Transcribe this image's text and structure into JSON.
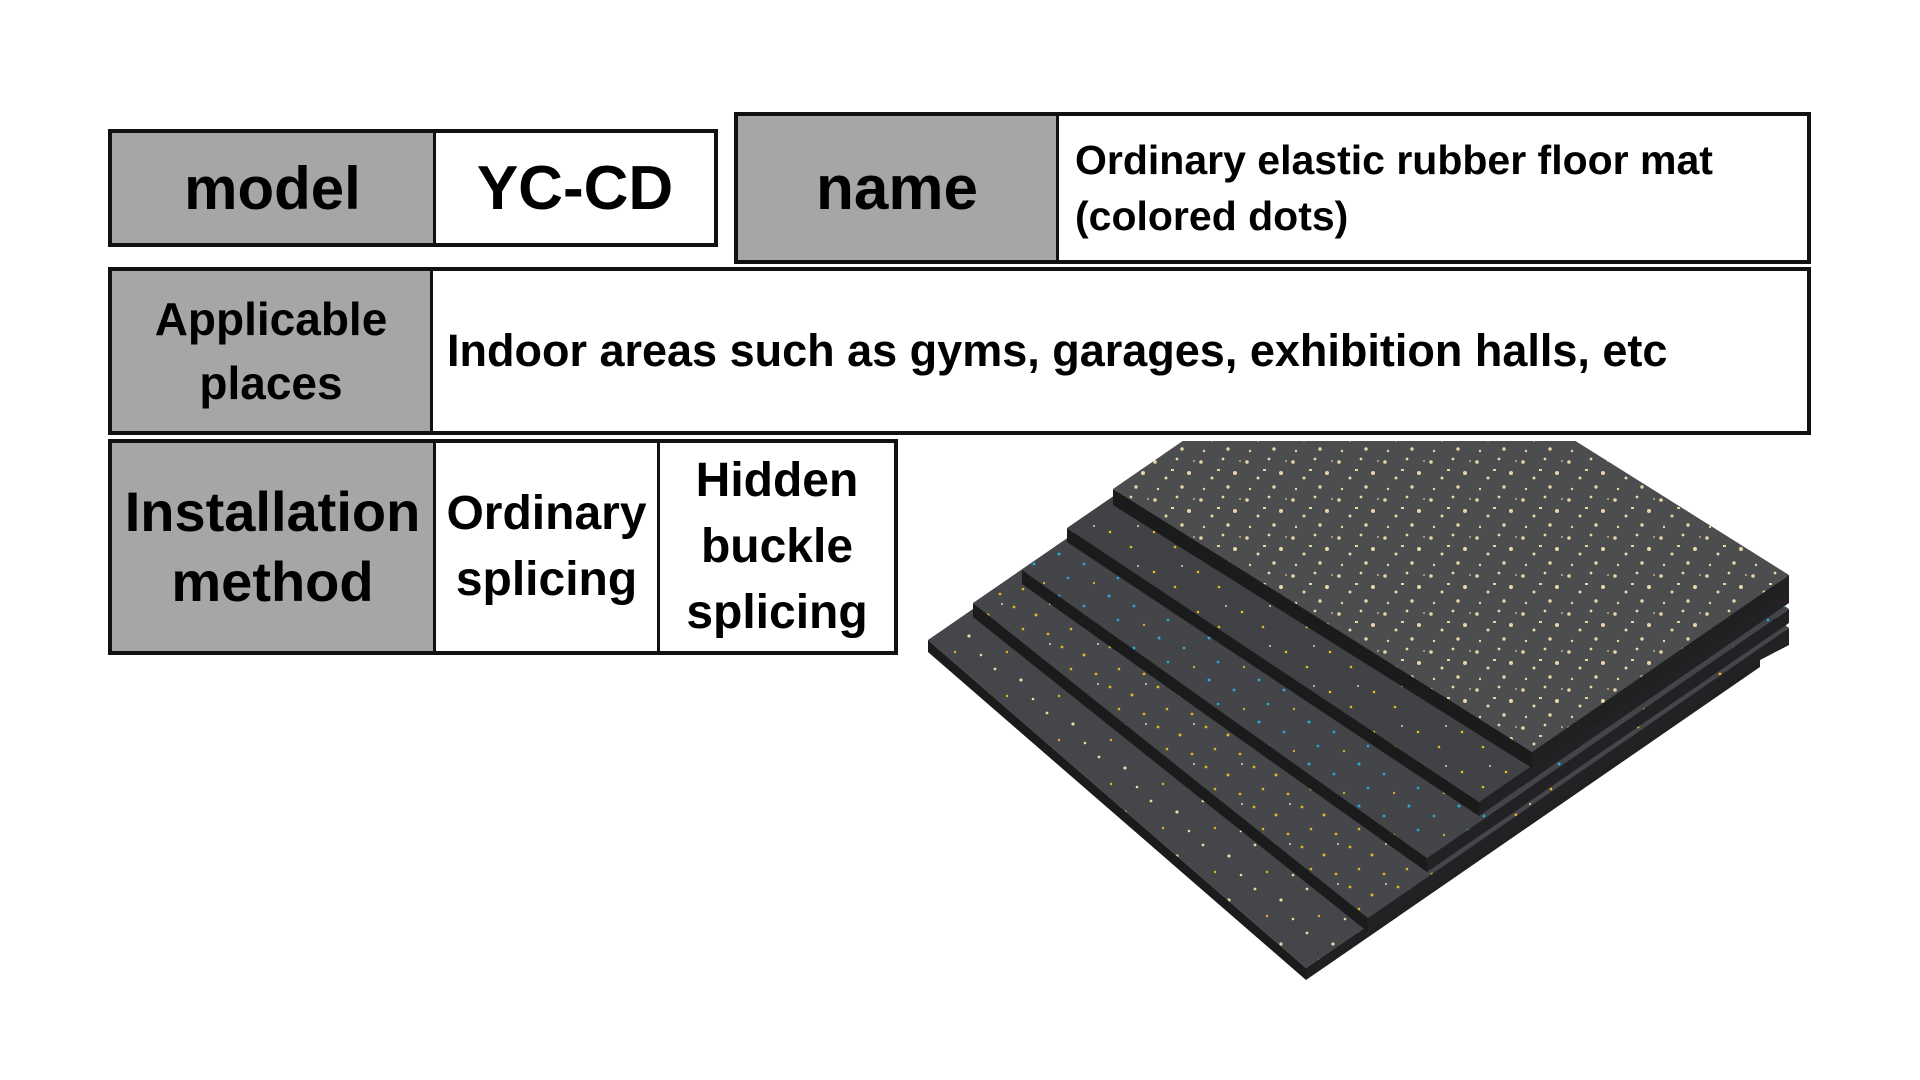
{
  "spec_table": {
    "model": {
      "label": "model",
      "value": "YC-CD"
    },
    "name": {
      "label": "name",
      "value": "Ordinary elastic rubber floor mat\n(colored dots)"
    },
    "applicable_places": {
      "label": "Applicable\nplaces",
      "value": "Indoor areas such as gyms, garages, exhibition halls, etc"
    },
    "installation_method": {
      "label": "Installation\nmethod",
      "options": [
        "Ordinary\nsplicing",
        "Hidden\nbuckle\nsplicing"
      ]
    }
  },
  "product_image": {
    "subject": "stack of five rubber floor mats with colored dots",
    "speckle_colors": {
      "cream": "#e9d6a6",
      "yellow": "#e2b62c",
      "blue": "#2ba7dc"
    },
    "surface_color": "#4b4d4f",
    "edge_color": "#1b1b1c"
  },
  "colors": {
    "label_background": "#a6a6a6",
    "border": "#111111",
    "value_background": "#ffffff"
  }
}
